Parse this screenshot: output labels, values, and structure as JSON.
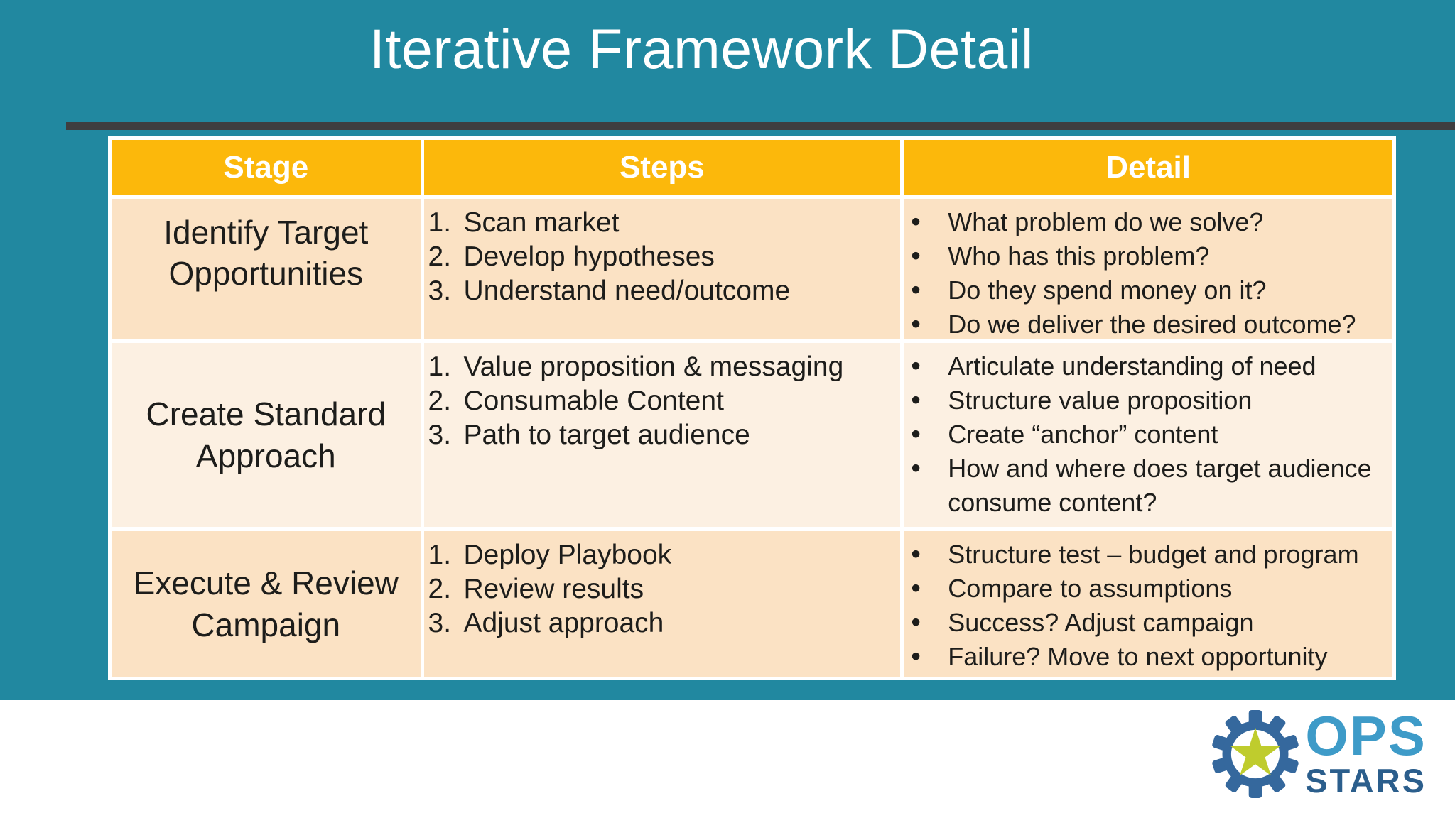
{
  "slide": {
    "title": "Iterative Framework Detail"
  },
  "table": {
    "columns": [
      "Stage",
      "Steps",
      "Detail"
    ],
    "bullet_char": "•",
    "rows": [
      {
        "stage": "Identify Target Opportunities",
        "steps": [
          {
            "num": "1.",
            "text": "Scan market"
          },
          {
            "num": "2.",
            "text": "Develop hypotheses"
          },
          {
            "num": "3.",
            "text": "Understand need/outcome"
          }
        ],
        "details": [
          "What problem do we solve?",
          "Who has this problem?",
          "Do they spend money on it?",
          "Do we deliver the desired outcome?"
        ]
      },
      {
        "stage": "Create Standard Approach",
        "steps": [
          {
            "num": "1.",
            "text": "Value proposition & messaging"
          },
          {
            "num": "2.",
            "text": "Consumable Content"
          },
          {
            "num": "3.",
            "text": "Path to target audience"
          }
        ],
        "details": [
          "Articulate understanding of need",
          "Structure value proposition",
          "Create “anchor” content",
          "How and where does target audience consume content?"
        ]
      },
      {
        "stage": "Execute & Review Campaign",
        "steps": [
          {
            "num": "1.",
            "text": "Deploy Playbook"
          },
          {
            "num": "2.",
            "text": "Review results"
          },
          {
            "num": "3.",
            "text": "Adjust approach"
          }
        ],
        "details": [
          "Structure test – budget and program",
          "Compare to assumptions",
          "Success? Adjust campaign",
          "Failure? Move to next opportunity"
        ]
      }
    ]
  },
  "logo": {
    "line1": "OPS",
    "line2": "STARS"
  },
  "colors": {
    "background_teal": "#2188A0",
    "title_rule": "#3E3E40",
    "header_gold": "#FCB80B",
    "row_peach": "#FBE2C4",
    "row_light": "#FCF0E2",
    "body_text": "#1D1D1B",
    "logo_gear": "#35689D",
    "logo_star": "#BFCC2D",
    "logo_ops": "#3E9BC8",
    "logo_stars": "#2B5E8C"
  }
}
